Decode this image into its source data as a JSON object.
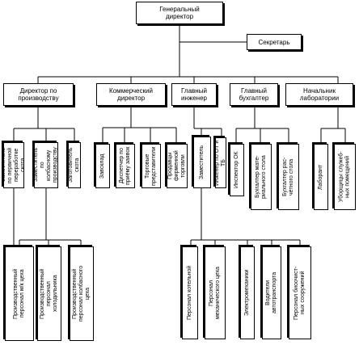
{
  "top": {
    "general_director": "Генеральный\nдиректор",
    "secretary": "Секретарь"
  },
  "level2": {
    "production_director": "Директор по\nпроизводству",
    "commercial_director": "Коммерческий\nдиректор",
    "chief_engineer": "Главный\nинженер",
    "chief_accountant": "Главный\nбухгалтер",
    "lab_head": "Начальник\nлаборатории"
  },
  "production": {
    "deputy_primary": "Заместитель\nпо первичной\nпереработке скота",
    "deputy_sausage": "Заместитель по\nколбасному\nпроизводству",
    "livestock_procurer": "Заготовитель скота",
    "staff_meat_shop": "Производственный\nперсонал м/к цеха",
    "staff_cold_store": "Производственный\nперсонал\nхолодильника",
    "staff_sausage_shop": "Производственный\nперсонал колбасного\nцеха"
  },
  "commercial": {
    "warehouse_head": "Завсклад",
    "dispatcher": "Диспетчер по\nприёму заявок",
    "sales_reps": "Торговые\nпредставители",
    "shop_sellers": "Продавцы\nфирменной\nторговли"
  },
  "engineering": {
    "deputy": "Заместитель",
    "safety_engineer": "Инженер по ОТ и ТБ",
    "boiler_staff": "Персонал котельной",
    "mech_shop_staff": "Персонал\nмеханического цеха",
    "electricians": "Электромеханики",
    "drivers": "Водители\nавтотранспорта",
    "bio_staff": "Персонал биоочист-\nных сооружений"
  },
  "accounting": {
    "hr_inspector": "Инспектор ОК",
    "materials_accountant": "Бухгалтер мате-\nриального стола",
    "cash_accountant": "Бухгалтер рас-\nчётного стола"
  },
  "laboratory": {
    "lab_assistant": "Лаборант",
    "cleaners": "Уборщицы служеб-\nных помещений"
  }
}
